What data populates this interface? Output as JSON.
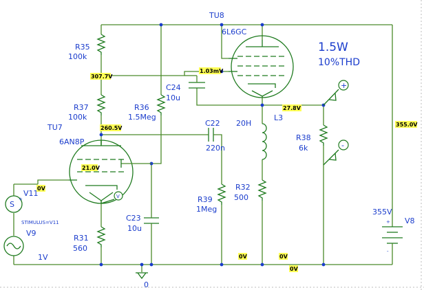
{
  "summary": {
    "power": "1.5W",
    "thd": "10%THD"
  },
  "components": {
    "r35": {
      "ref": "R35",
      "value": "100k"
    },
    "r37": {
      "ref": "R37",
      "value": "100k"
    },
    "r36": {
      "ref": "R36",
      "value": "1.5Meg"
    },
    "r31": {
      "ref": "R31",
      "value": "560"
    },
    "r38": {
      "ref": "R38",
      "value": "6k"
    },
    "r39": {
      "ref": "R39",
      "value": "1Meg"
    },
    "r32": {
      "ref": "R32",
      "value": "500"
    },
    "c24": {
      "ref": "C24",
      "value": "10u"
    },
    "c22": {
      "ref": "C22",
      "value": "220n"
    },
    "c23": {
      "ref": "C23",
      "value": "10u"
    },
    "l3": {
      "ref": "L3",
      "value": "20H"
    },
    "tu7": {
      "ref": "TU7",
      "value": "6AN8P"
    },
    "tu8": {
      "ref": "TU8",
      "value": "6L6GC"
    },
    "v11": {
      "ref": "V11",
      "stimulus": "STIMULUS=V11"
    },
    "v9": {
      "ref": "V9",
      "value": "1V"
    },
    "v8": {
      "ref": "V8",
      "value": "355V"
    },
    "ground": {
      "label": "0"
    }
  },
  "voltages": {
    "v307": "307.7V",
    "v260": "260.5V",
    "v21": "21.0V",
    "v0_in": "0V",
    "v1_03": "1.03mV",
    "v27_8": "27.8V",
    "v355": "355.0V",
    "v0_a": "0V",
    "v0_b": "0V",
    "v0_c": "0V"
  },
  "symbols": {
    "source_plus": "+",
    "source_minus": "-",
    "v8_plus": "+",
    "v8_minus": "-",
    "probe_plus": "+",
    "probe_minus": "-",
    "probe_v": "V"
  },
  "colors": {
    "wire": "#4a8a2a",
    "component": "#1e7a1e",
    "label": "#1a3ccc",
    "highlight": "#ffff55"
  }
}
